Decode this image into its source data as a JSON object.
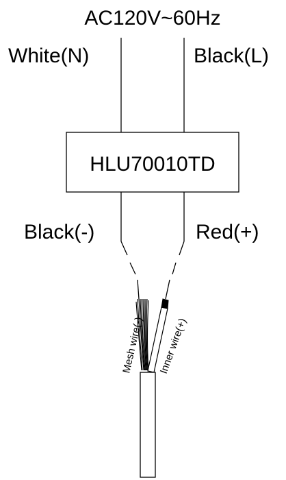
{
  "diagram": {
    "supply_label": "AC120V~60Hz",
    "input_left_label": "White(N)",
    "input_right_label": "Black(L)",
    "device_label": "HLU70010TD",
    "output_left_label": "Black(-)",
    "output_right_label": "Red(+)",
    "mesh_wire_label": "Mesh wire(-)",
    "inner_wire_label": "Inner wire(+)"
  },
  "colors": {
    "line": "#000000",
    "background": "#ffffff"
  }
}
